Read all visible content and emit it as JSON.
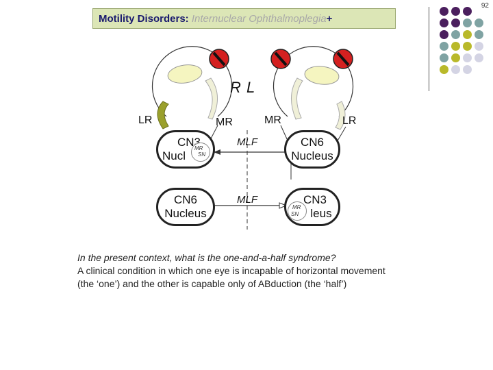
{
  "slide": {
    "page_number": "92",
    "title_main": "Motility Disorders:",
    "title_sub": "Internuclear Ophthalmoplegia",
    "title_plus": "+"
  },
  "diagram": {
    "rl_label": "R L",
    "lr_left": "LR",
    "mr_left": "MR",
    "mr_right": "MR",
    "lr_right": "LR",
    "top_left_node": "CN3 Nucl",
    "top_left_node_line1": "CN3",
    "top_left_node_line2": "Nucl",
    "top_left_mini1": "MR",
    "top_left_mini2": "SN",
    "top_right_node_line1": "CN6",
    "top_right_node_line2": "Nucleus",
    "bottom_left_node_line1": "CN6",
    "bottom_left_node_line2": "Nucleus",
    "bottom_right_node_line1": "CN3",
    "bottom_right_node_line2": "leus",
    "bottom_right_mini1": "MR",
    "bottom_right_mini2": "SN",
    "mlf_top": "MLF",
    "mlf_bottom": "MLF"
  },
  "qa": {
    "question": "In the present context, what is the one-and-a-half syndrome?",
    "answer_line1": "A clinical condition in which one eye is incapable of horizontal movement",
    "answer_line2": "(the ‘one’) and the other is capable only of ABduction (the ‘half’)"
  },
  "colors": {
    "purple": "#4b1f5e",
    "teal": "#7fa3a3",
    "olive": "#b9b92a",
    "lavender": "#d4d4e4",
    "no_sign_red": "#d42020",
    "muscle_olive": "#9aa02c"
  }
}
